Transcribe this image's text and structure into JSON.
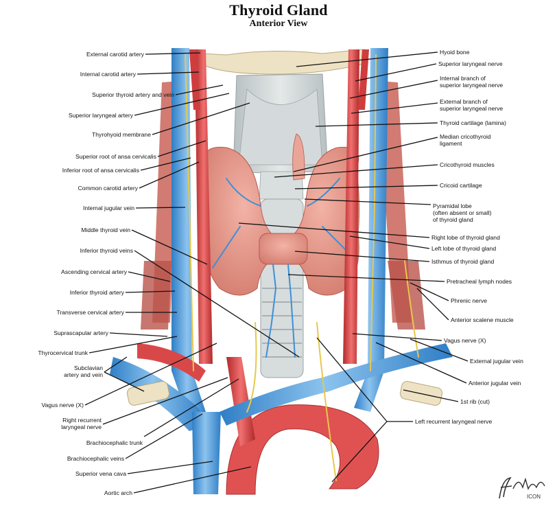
{
  "title": "Thyroid Gland",
  "subtitle": "Anterior View",
  "labels_left": [
    "External carotid artery",
    "Internal carotid artery",
    "Superior thyroid artery and vein",
    "Superior laryngeal artery",
    "Thyrohyoid membrane",
    "Superior root of ansa cervicalis",
    "Inferior root of ansa cervicalis",
    "Common carotid artery",
    "Internal jugular vein",
    "Middle thyroid vein",
    "Inferior thyroid veins",
    "Ascending cervical artery",
    "Inferior thyroid artery",
    "Transverse cervical artery",
    "Suprascapular artery",
    "Thyrocervical trunk",
    "Subclavian\nartery and vein",
    "Vagus nerve (X)",
    "Right recurrent\nlaryngeal nerve",
    "Brachiocephalic trunk",
    "Brachiocephalic veins",
    "Superior vena cava",
    "Aortic arch"
  ],
  "labels_right": [
    "Hyoid bone",
    "Superior laryngeal nerve",
    "Internal branch of\nsuperior laryngeal nerve",
    "External branch of\nsuperior laryngeal nerve",
    "Thyroid cartilage (lamina)",
    "Median cricothyroid\nligament",
    "Cricothyroid muscles",
    "Cricoid cartilage",
    "Pyramidal lobe\n(often absent or small)\nof thyroid gland",
    "Right lobe of thyroid gland",
    "Left lobe of thyroid gland",
    "Isthmus of thyroid gland",
    "Pretracheal lymph nodes",
    "Phrenic nerve",
    "Anterior scalene muscle",
    "Vagus nerve (X)",
    "External jugular vein",
    "Anterior jugular vein",
    "1st rib (cut)",
    "Left recurrent laryngeal nerve"
  ],
  "signature": "F. Netter M.D.",
  "signature_mark": "ICON",
  "colors": {
    "vein": "#3d8fd6",
    "vein_light": "#8cc3ee",
    "artery": "#dd4646",
    "artery_dark": "#b22a2a",
    "thyroid": "#e4968a",
    "cartilage": "#cfd5d6",
    "bone": "#eee2c4",
    "nerve": "#e8c84a",
    "muscle": "#c9645a"
  }
}
